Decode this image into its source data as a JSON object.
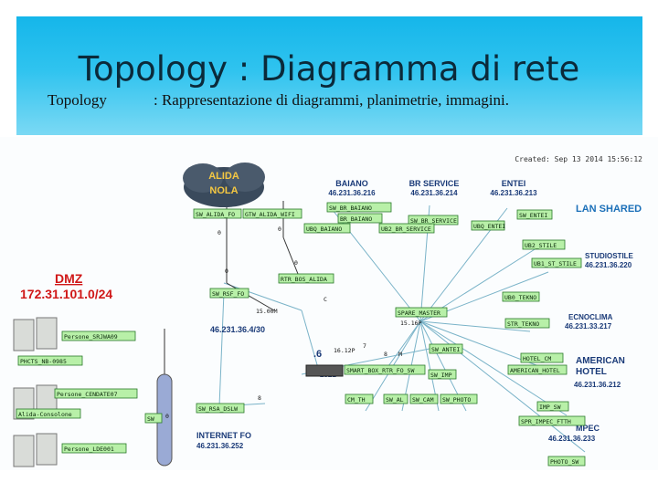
{
  "slide": {
    "title": "Topology : Diagramma di rete",
    "subtitle_term": "Topology",
    "subtitle_desc": ": Rappresentazione di diagrammi, planimetrie, immagini."
  },
  "diagram": {
    "created": "Created: Sep 13 2014 15:56:12",
    "cloud_label_1": "ALIDA",
    "cloud_label_2": "NOLA",
    "dmz_title": "DMZ",
    "dmz_subnet": "172.31.101.0/24",
    "sites": [
      {
        "name": "BAIANO",
        "ip": "46.231.36.216"
      },
      {
        "name": "BR SERVICE",
        "ip": "46.231.36.214"
      },
      {
        "name": "ENTEI",
        "ip": "46.231.36.213"
      },
      {
        "name": "STUDIOSTILE",
        "ip": "46.231.36.220"
      },
      {
        "name": "ECNOCLIMA",
        "ip": "46.231.33.217"
      },
      {
        "name": "AMERICAN",
        "ip": ""
      },
      {
        "name": "HOTEL",
        "ip": "46.231.36.212"
      },
      {
        "name": "MPEC",
        "ip": "46.231.36.233"
      },
      {
        "name": "INTERNET FO",
        "ip": "46.231.36.252"
      }
    ],
    "lan_shared": "LAN SHARED",
    "net_4_30": "46.231.36.4/30",
    "num_6": ".6",
    "num_2821": "2821",
    "device_labels": [
      "SW_ALIDA_FO",
      "GTW_ALIDA_WIFI",
      "SW_BR_BAIANO",
      "BR_BAIANO",
      "UBQ_BAIANO",
      "SW_BR_SERVICE",
      "UB2_BR_SERVICE",
      "UBQ_ENTEI",
      "SW_ENTEI",
      "UB2_STILE",
      "UB1_ST_STILE",
      "SW_RSF_FO",
      "RTR_BOS_ALIDA",
      "SPARE_MASTER",
      "UB0_TEKNO",
      "STR_TEKNO",
      "HOTEL_CM",
      "AMERICAN_HOTEL",
      "SW_ANTEI",
      "SMART_BOX_RTR_FO_SW",
      "SW_IMP",
      "SW_AL",
      "SW_CAM",
      "SW_PHOTO",
      "CM_TH",
      "SW_RSA_DSLW",
      "SW",
      "IMP_SW",
      "SPR_IMPEC_FTTH",
      "PHOTO_SW"
    ],
    "server_labels": [
      "Persone_SRJWA09",
      "PHCTS_NB-0985",
      "Persone_CENDATE07",
      "Alida-Consolone",
      "Persone_LDE001"
    ],
    "port_labels": [
      "0",
      "0",
      "0",
      "0",
      "15.00M",
      "15.16P",
      "16.12P",
      "C",
      "7",
      "8",
      "M",
      "8",
      "0"
    ]
  }
}
